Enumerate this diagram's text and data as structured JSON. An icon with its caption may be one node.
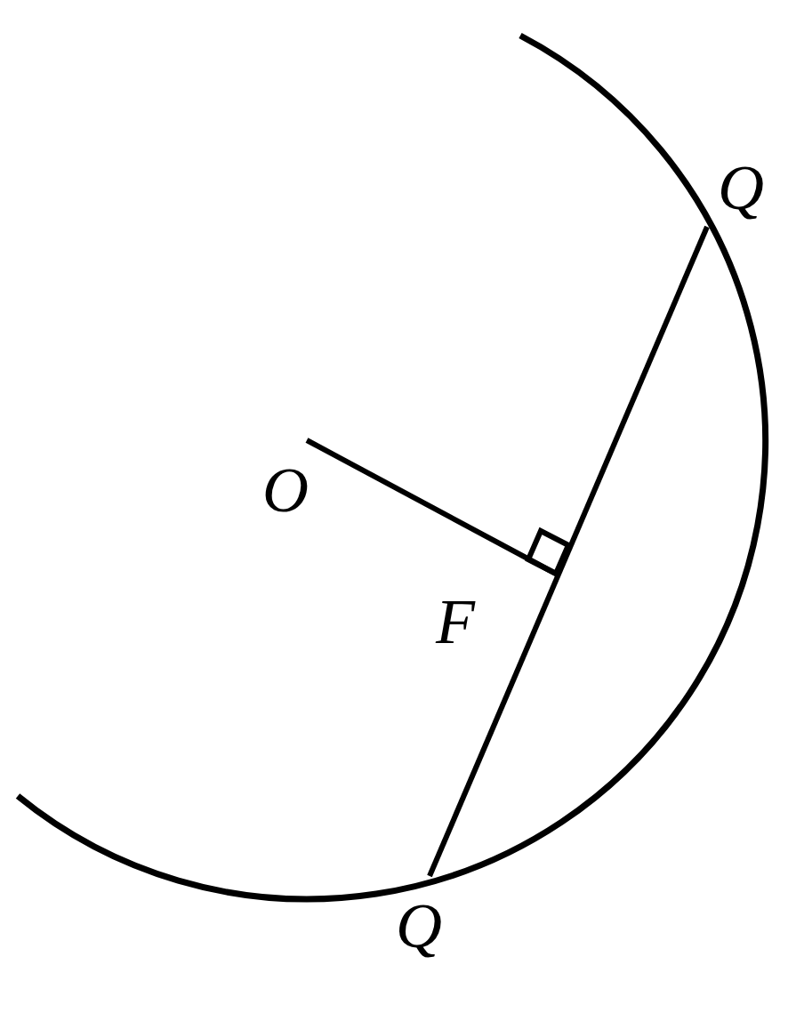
{
  "diagram": {
    "nodes": [
      {
        "text": [
          "Q"
        ]
      },
      {
        "text": [
          "O"
        ]
      },
      {
        "text": [
          "F"
        ]
      },
      {
        "text": [
          "Q"
        ]
      }
    ],
    "edges": [
      {
        "from": 1,
        "to": 2,
        "arrow": "none"
      },
      {
        "from": 0,
        "to": 3,
        "arrow": "none"
      }
    ]
  }
}
